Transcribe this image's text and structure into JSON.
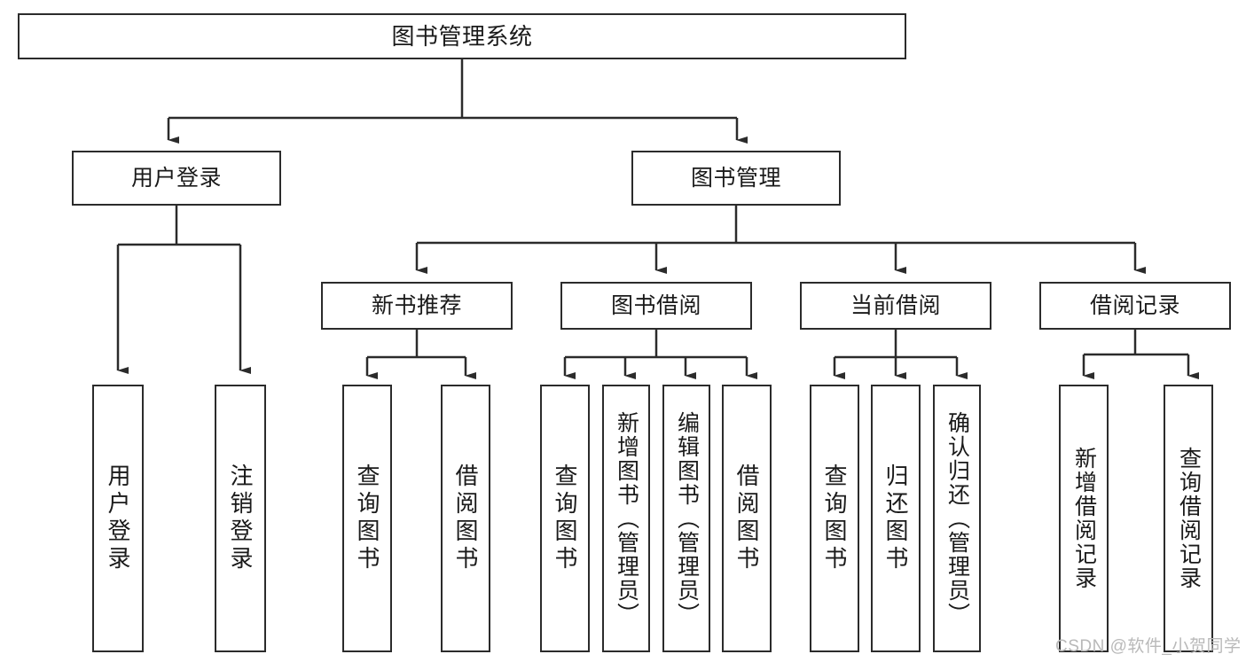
{
  "diagram": {
    "type": "tree-hierarchy-chart",
    "title": "图书管理系统",
    "colors": {
      "box_border": "#2b2b2b",
      "box_fill": "#ffffff",
      "connector": "#2b2b2b",
      "text": "#1a1a1a",
      "watermark": "#b9b9b9"
    },
    "nodes": {
      "root": {
        "label": "图书管理系统"
      },
      "level2": [
        {
          "id": "user-login",
          "label": "用户登录"
        },
        {
          "id": "book-management",
          "label": "图书管理"
        }
      ],
      "level3": [
        {
          "id": "new-book-recommend",
          "label": "新书推荐"
        },
        {
          "id": "book-borrow",
          "label": "图书借阅"
        },
        {
          "id": "current-borrow",
          "label": "当前借阅"
        },
        {
          "id": "borrow-record",
          "label": "借阅记录"
        }
      ],
      "leaves": {
        "user_login": [
          {
            "id": "leaf-user-login",
            "label": "用户登录"
          },
          {
            "id": "leaf-logout-login",
            "label": "注销登录"
          }
        ],
        "new_book_recommend": [
          {
            "id": "leaf-query-book-1",
            "label": "查询图书"
          },
          {
            "id": "leaf-borrow-book-1",
            "label": "借阅图书"
          }
        ],
        "book_borrow": [
          {
            "id": "leaf-query-book-2",
            "label": "查询图书"
          },
          {
            "id": "leaf-add-book",
            "label": "新增图书（管理员）"
          },
          {
            "id": "leaf-edit-book",
            "label": "编辑图书（管理员）"
          },
          {
            "id": "leaf-borrow-book-2",
            "label": "借阅图书"
          }
        ],
        "current_borrow": [
          {
            "id": "leaf-query-book-3",
            "label": "查询图书"
          },
          {
            "id": "leaf-return-book",
            "label": "归还图书"
          },
          {
            "id": "leaf-confirm-return",
            "label": "确认归还（管理员）"
          }
        ],
        "borrow_record": [
          {
            "id": "leaf-add-record",
            "label": "新增借阅记录"
          },
          {
            "id": "leaf-query-record",
            "label": "查询借阅记录"
          }
        ]
      }
    },
    "watermark": "CSDN @软件_小贺同学"
  }
}
